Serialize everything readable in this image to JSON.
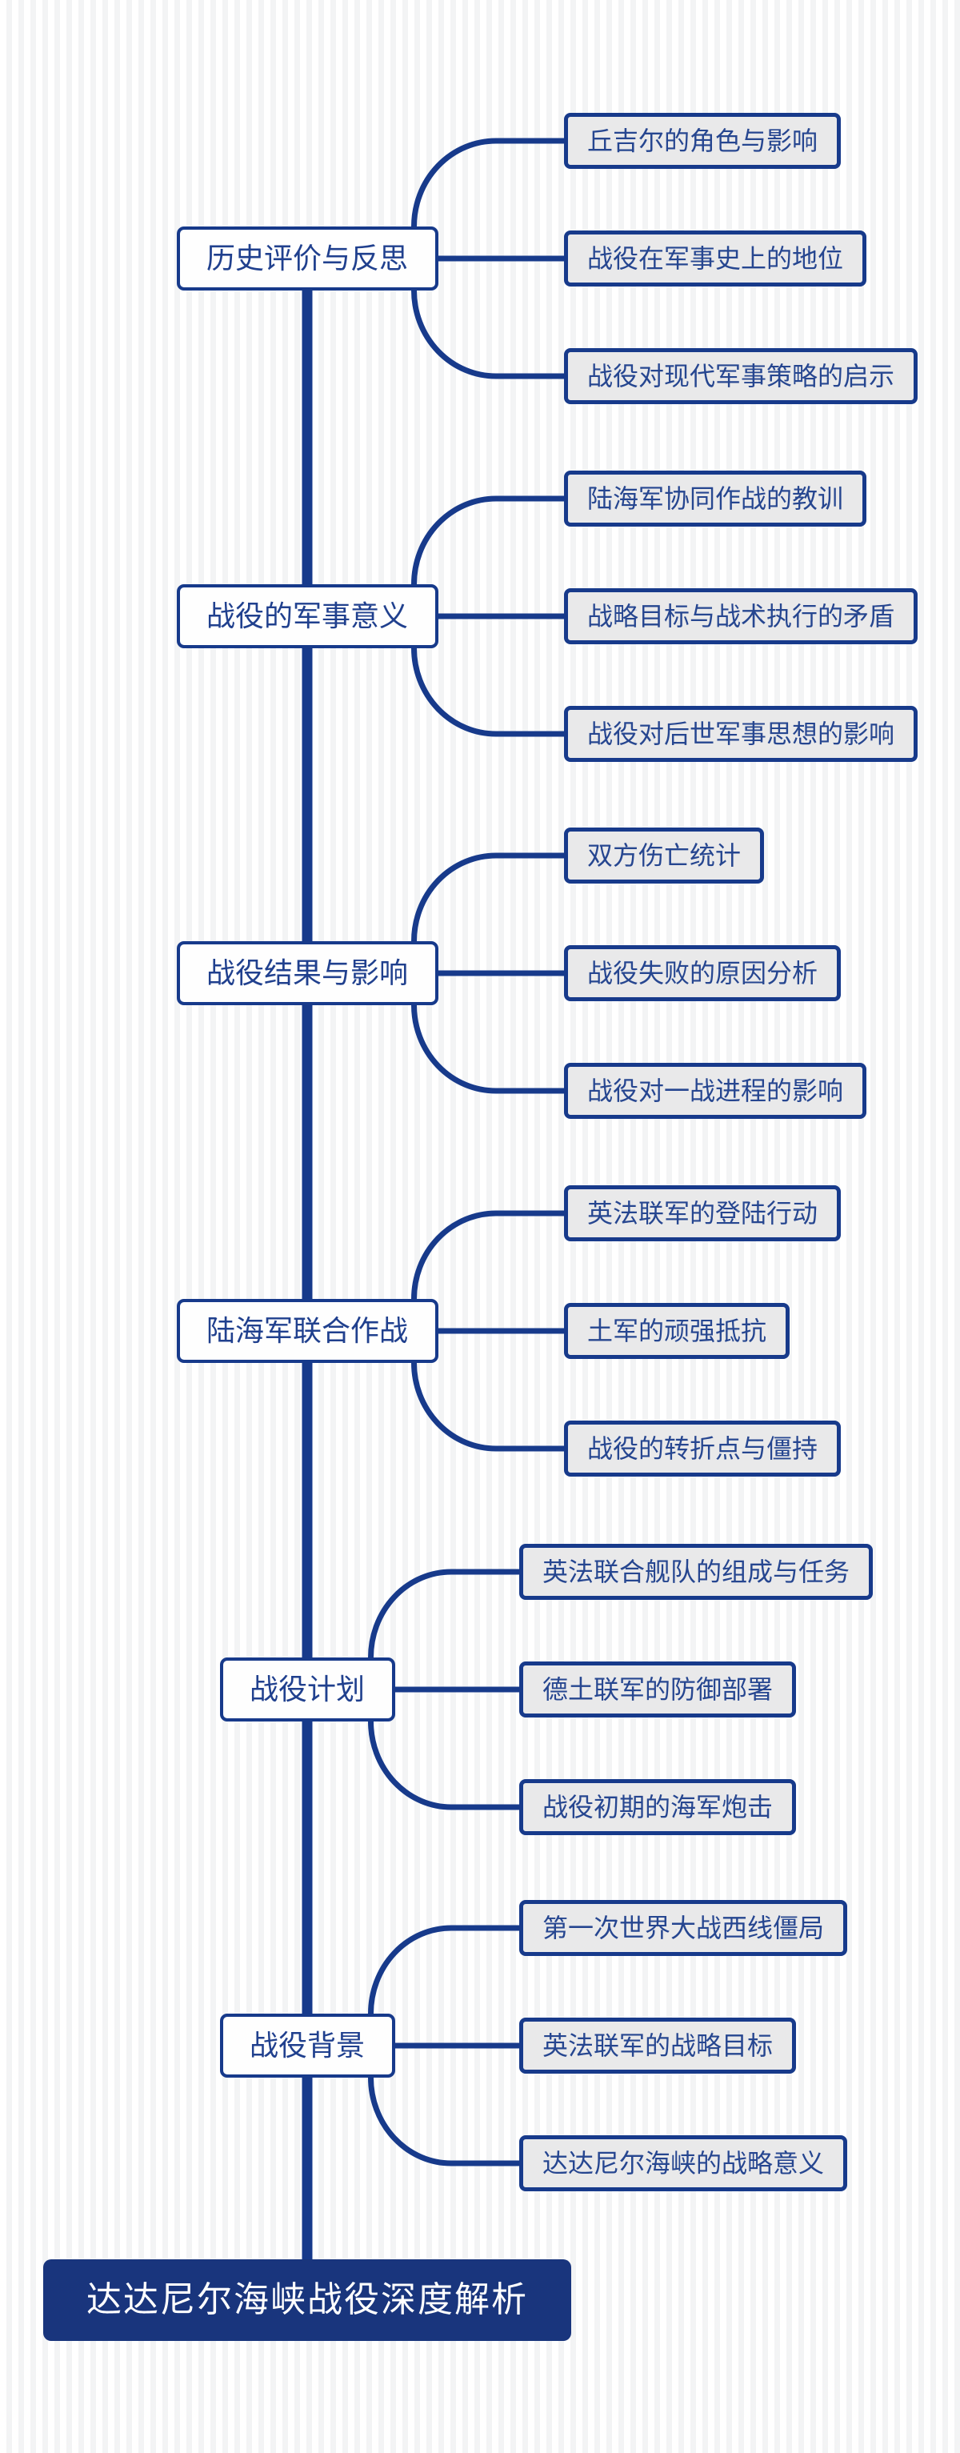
{
  "root": {
    "label": "达达尼尔海峡战役深度解析"
  },
  "groups": [
    {
      "topic": "历史评价与反思",
      "children": [
        "丘吉尔的角色与影响",
        "战役在军事史上的地位",
        "战役对现代军事策略的启示"
      ]
    },
    {
      "topic": "战役的军事意义",
      "children": [
        "陆海军协同作战的教训",
        "战略目标与战术执行的矛盾",
        "战役对后世军事思想的影响"
      ]
    },
    {
      "topic": "战役结果与影响",
      "children": [
        "双方伤亡统计",
        "战役失败的原因分析",
        "战役对一战进程的影响"
      ]
    },
    {
      "topic": "陆海军联合作战",
      "children": [
        "英法联军的登陆行动",
        "土军的顽强抵抗",
        "战役的转折点与僵持"
      ]
    },
    {
      "topic": "战役计划",
      "children": [
        "英法联合舰队的组成与任务",
        "德土联军的防御部署",
        "战役初期的海军炮击"
      ]
    },
    {
      "topic": "战役背景",
      "children": [
        "第一次世界大战西线僵局",
        "英法联军的战略目标",
        "达达尼尔海峡的战略意义"
      ]
    }
  ],
  "colors": {
    "line_navy": "#173a8b",
    "root_fill": "#19357d",
    "root_text": "#ffffff",
    "topic_fill": "#fefefe",
    "topic_text": "#20408e",
    "child_fill": "#e9e9ea",
    "child_text": "#264690",
    "stripe_light": "#ffffff",
    "stripe_dark": "#f3f4f5"
  }
}
